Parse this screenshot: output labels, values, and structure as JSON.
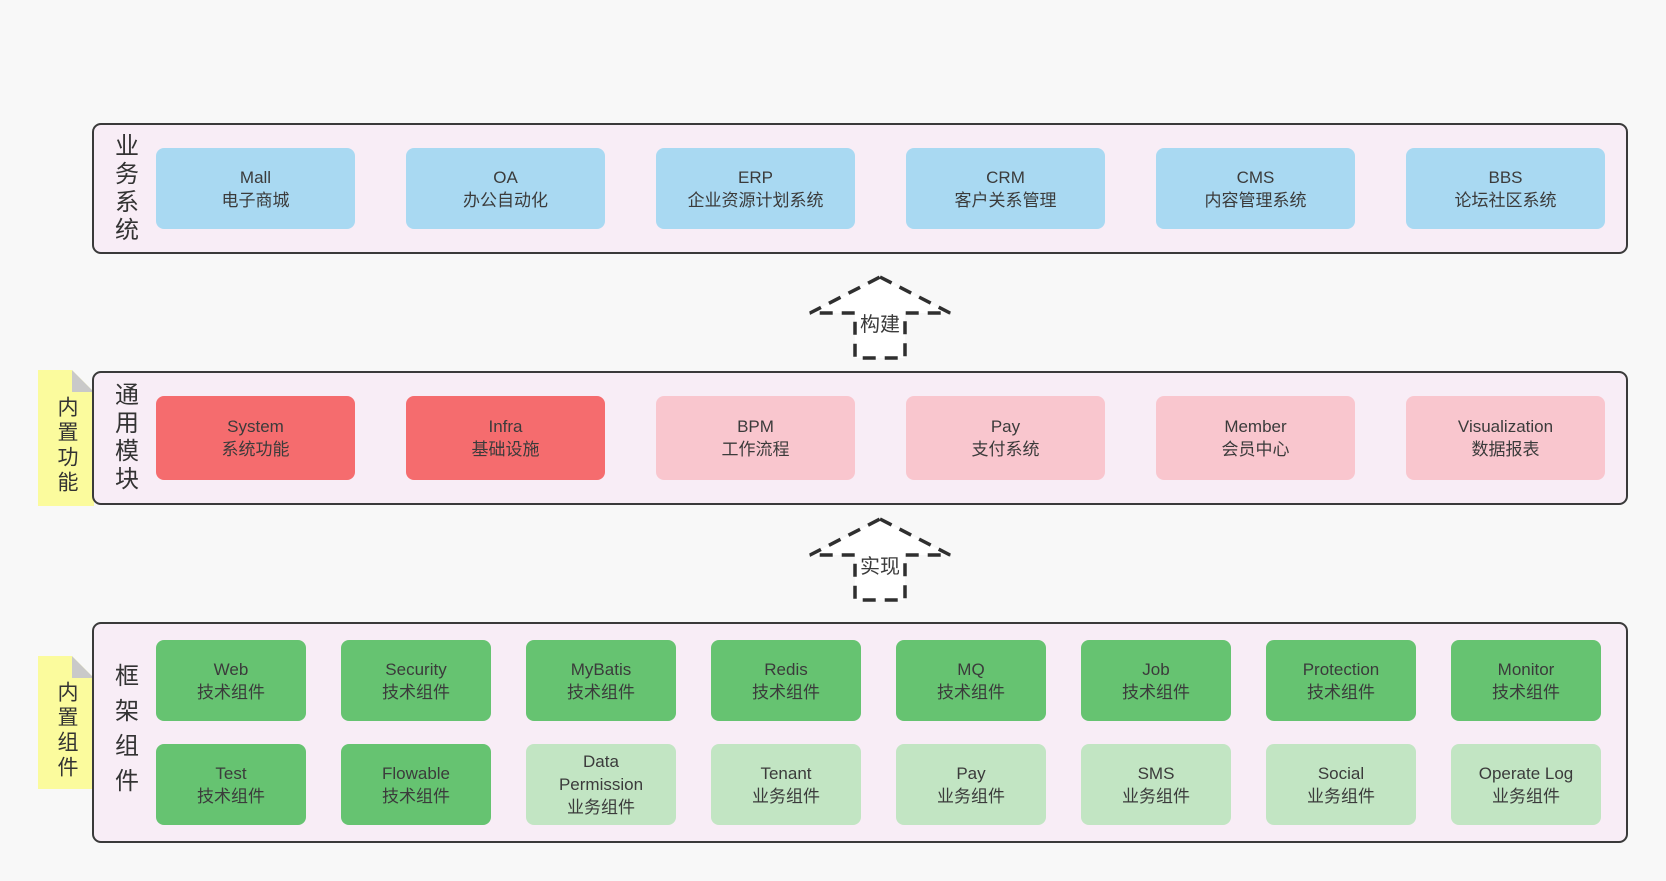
{
  "colors": {
    "bg": "#f8f8f8",
    "container": "#f8edf6",
    "blue": "#a9d9f2",
    "red": "#f56c6e",
    "pink": "#f9c6ce",
    "green": "#66c371",
    "lightgreen": "#c2e5c3",
    "yellow": "#fbfb9d",
    "fold": "#c9c9c9"
  },
  "arrows": [
    {
      "label": "构建"
    },
    {
      "label": "实现"
    }
  ],
  "sections": [
    {
      "label": "业务系统",
      "boxes": [
        {
          "en": "Mall",
          "zh": "电子商城"
        },
        {
          "en": "OA",
          "zh": "办公自动化"
        },
        {
          "en": "ERP",
          "zh": "企业资源计划系统"
        },
        {
          "en": "CRM",
          "zh": "客户关系管理"
        },
        {
          "en": "CMS",
          "zh": "内容管理系统"
        },
        {
          "en": "BBS",
          "zh": "论坛社区系统"
        }
      ]
    },
    {
      "label": "通用模块",
      "note": "内置功能",
      "boxes": [
        {
          "en": "System",
          "zh": "系统功能"
        },
        {
          "en": "Infra",
          "zh": "基础设施"
        },
        {
          "en": "BPM",
          "zh": "工作流程"
        },
        {
          "en": "Pay",
          "zh": "支付系统"
        },
        {
          "en": "Member",
          "zh": "会员中心"
        },
        {
          "en": "Visualization",
          "zh": "数据报表"
        }
      ]
    },
    {
      "label": "框架组件",
      "note": "内置组件",
      "boxes": [
        {
          "en": "Web",
          "zh": "技术组件"
        },
        {
          "en": "Security",
          "zh": "技术组件"
        },
        {
          "en": "MyBatis",
          "zh": "技术组件"
        },
        {
          "en": "Redis",
          "zh": "技术组件"
        },
        {
          "en": "MQ",
          "zh": "技术组件"
        },
        {
          "en": "Job",
          "zh": "技术组件"
        },
        {
          "en": "Protection",
          "zh": "技术组件"
        },
        {
          "en": "Monitor",
          "zh": "技术组件"
        },
        {
          "en": "Test",
          "zh": "技术组件"
        },
        {
          "en": "Flowable",
          "zh": "技术组件"
        },
        {
          "en": "Data Permission",
          "zh": "业务组件"
        },
        {
          "en": "Tenant",
          "zh": "业务组件"
        },
        {
          "en": "Pay",
          "zh": "业务组件"
        },
        {
          "en": "SMS",
          "zh": "业务组件"
        },
        {
          "en": "Social",
          "zh": "业务组件"
        },
        {
          "en": "Operate Log",
          "zh": "业务组件"
        }
      ]
    }
  ]
}
